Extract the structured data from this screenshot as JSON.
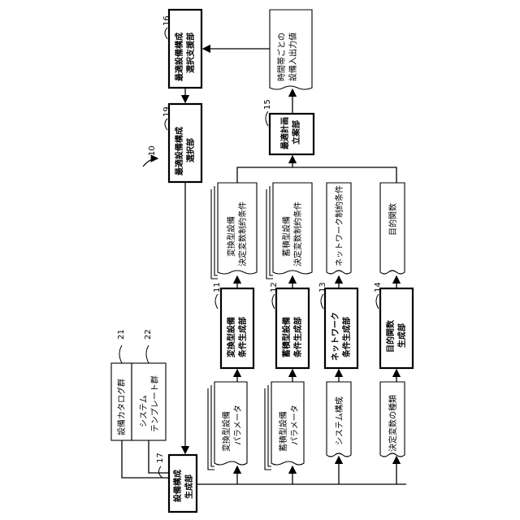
{
  "ref_main": "10",
  "blocks": {
    "catalog": {
      "ref": "21",
      "label": "設備カタログ群"
    },
    "template": {
      "ref": "22",
      "label": "システム\nテンプレート群"
    },
    "generator": {
      "ref": "17",
      "label": "設備構成\n生成部"
    },
    "conv_param": {
      "label": "変換型設備\nパラメータ"
    },
    "stor_param": {
      "label": "蓄積型設備\nパラメータ"
    },
    "sys_config": {
      "label": "システム構成"
    },
    "decision_vars": {
      "label": "決定変数の種類"
    },
    "conv_gen": {
      "ref": "11",
      "label": "変換型設備\n条件生成部"
    },
    "stor_gen": {
      "ref": "12",
      "label": "蓄積型設備\n条件生成部"
    },
    "net_gen": {
      "ref": "13",
      "label": "ネットワーク\n条件生成部"
    },
    "obj_gen": {
      "ref": "14",
      "label": "目的関数\n生成部"
    },
    "conv_cond": {
      "label": "変換型設備\n決定変数制約条件"
    },
    "stor_cond": {
      "label": "蓄積型設備\n決定変数制約条件"
    },
    "net_cond": {
      "label": "ネットワーク制約条件"
    },
    "obj_func": {
      "label": "目的関数"
    },
    "planner": {
      "ref": "15",
      "label": "最適計画\n立案部"
    },
    "io_values": {
      "label": "時間帯ごとの\n設備入出力値"
    },
    "support": {
      "ref": "16",
      "label": "最適設備構成\n選択支援部"
    },
    "selector": {
      "ref": "19",
      "label": "最適設備構成\n選択部"
    }
  }
}
